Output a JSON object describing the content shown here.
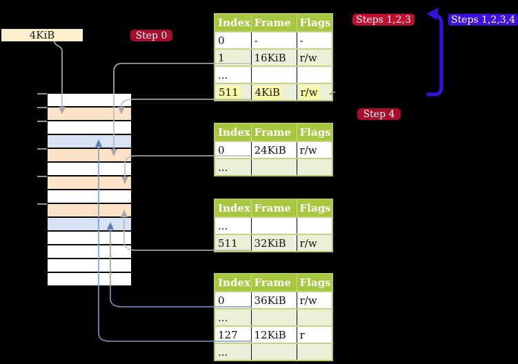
{
  "labels": {
    "page_size_box": "4KiB"
  },
  "badges": {
    "step0": "Step 0",
    "steps123": "Steps 1,2,3",
    "steps1234": "Steps 1,2,3,4",
    "step4": "Step 4"
  },
  "page_tables": [
    {
      "name": "page-table-top",
      "columns": [
        "Index",
        "Frame",
        "Flags"
      ],
      "rows": [
        {
          "index": "0",
          "frame": "-",
          "flags": "-"
        },
        {
          "index": "1",
          "frame": "16KiB",
          "flags": "r/w"
        },
        {
          "index": "...",
          "frame": "",
          "flags": ""
        },
        {
          "index": "511",
          "frame": "4KiB",
          "flags": "r/w",
          "highlighted": true
        }
      ]
    },
    {
      "name": "page-table-second",
      "columns": [
        "Index",
        "Frame",
        "Flags"
      ],
      "rows": [
        {
          "index": "0",
          "frame": "24KiB",
          "flags": "r/w"
        },
        {
          "index": "...",
          "frame": "",
          "flags": ""
        }
      ]
    },
    {
      "name": "page-table-third",
      "columns": [
        "Index",
        "Frame",
        "Flags"
      ],
      "rows": [
        {
          "index": "...",
          "frame": "",
          "flags": ""
        },
        {
          "index": "511",
          "frame": "32KiB",
          "flags": "r/w"
        }
      ]
    },
    {
      "name": "page-table-bottom",
      "columns": [
        "Index",
        "Frame",
        "Flags"
      ],
      "rows": [
        {
          "index": "0",
          "frame": "36KiB",
          "flags": "r/w"
        },
        {
          "index": "...",
          "frame": "",
          "flags": ""
        },
        {
          "index": "127",
          "frame": "12KiB",
          "flags": "r"
        },
        {
          "index": "...",
          "frame": "",
          "flags": ""
        }
      ]
    }
  ],
  "memory_column": {
    "rows": [
      "free",
      "frame-orange",
      "free",
      "frame-blue",
      "frame-orange",
      "free",
      "frame-orange",
      "free",
      "frame-orange",
      "frame-blue",
      "free",
      "free",
      "free",
      "free"
    ]
  },
  "colors": {
    "badge_dark_red": "#a50d2b",
    "badge_bright_red": "#c10e2e",
    "badge_blue": "#3e10df",
    "table_header_green": "#a7c83e",
    "table_row_green": "#ecf0d8",
    "table_border_olive": "#b2c766",
    "highlight_yellow": "#fdf9a5",
    "frame_orange": "#fce3c8",
    "frame_blue": "#d7e3f3",
    "label_cream": "#fbefcd",
    "arrow_gray": "#b9b9b9",
    "arrow_steel_blue": "#7d9bc7",
    "big_arrow_indigo": "#3711df"
  }
}
